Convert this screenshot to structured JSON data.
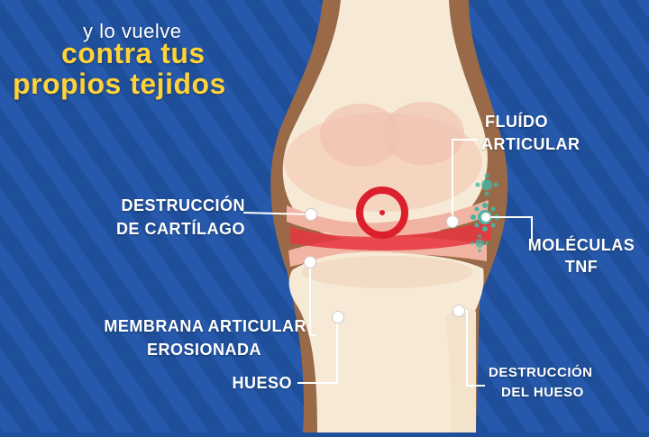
{
  "title": {
    "line1": "y lo vuelve",
    "line2": "contra tus",
    "line3": "propios tejidos"
  },
  "labels": {
    "fluid_1": "FLUÍDO",
    "fluid_2": "ARTICULAR",
    "cartilage_1": "DESTRUCCIÓN",
    "cartilage_2": "DE CARTÍLAGO",
    "tnf_1": "MOLÉCULAS",
    "tnf_2": "TNF",
    "membrane_1": "MEMBRANA ARTICULAR",
    "membrane_2": "EROSIONADA",
    "bone": "HUESO",
    "bone_destruction_1": "DESTRUCCIÓN",
    "bone_destruction_2": "DEL HUESO"
  },
  "colors": {
    "background": "#1f4f9a",
    "title_accent": "#ffd238",
    "bone": "#f6ead6",
    "cartilage": "#f2b4a2",
    "inflammation": "#e8363f",
    "membrane": "#9a6a48",
    "tnf_molecule": "#43b5a4"
  }
}
